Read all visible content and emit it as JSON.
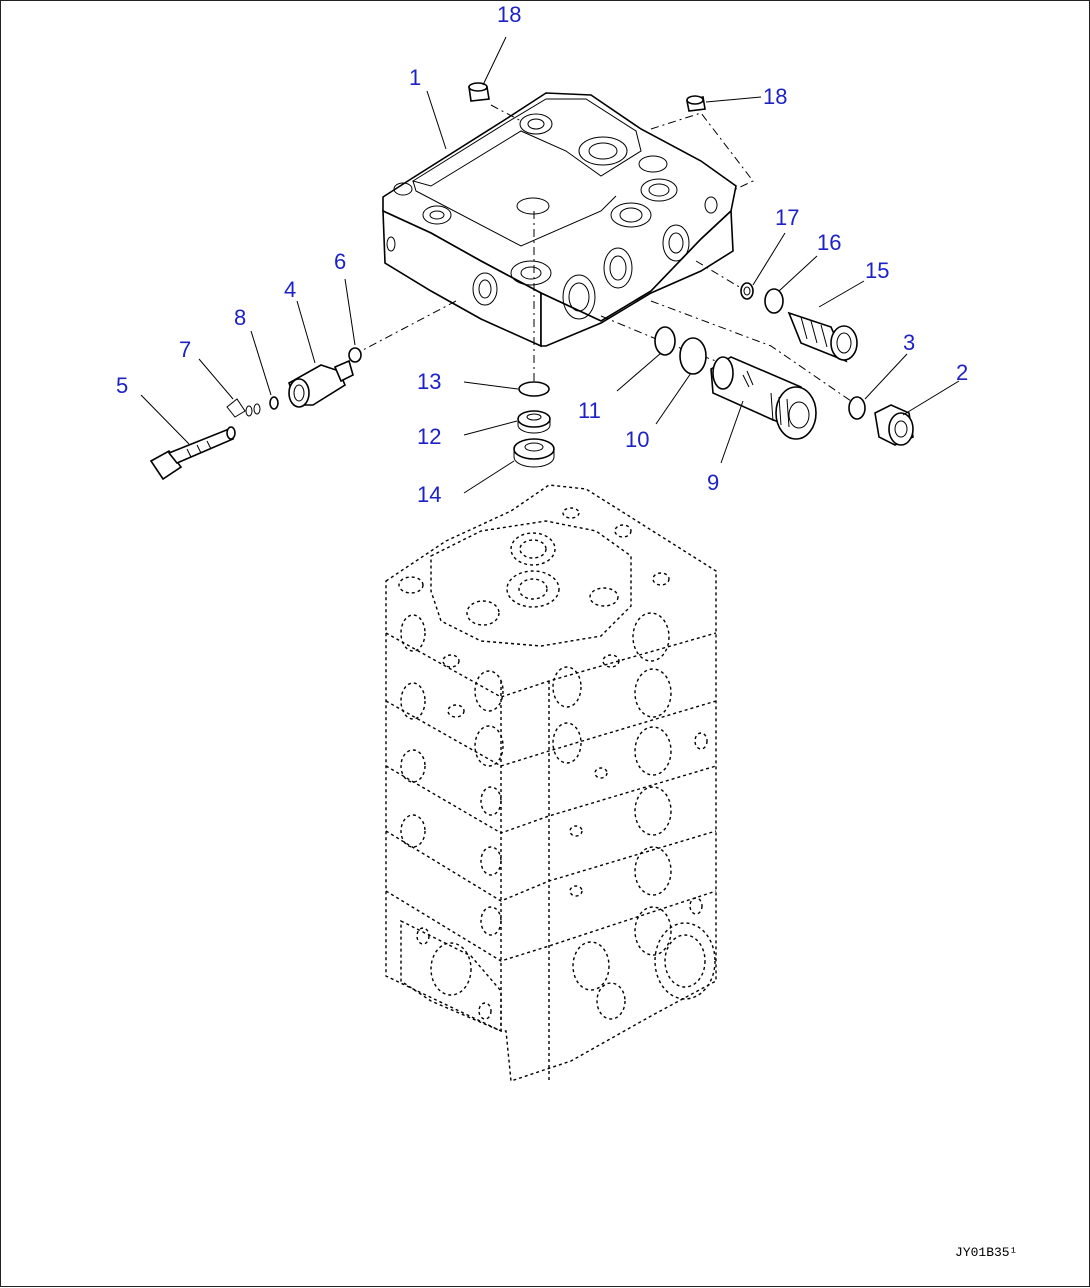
{
  "diagram": {
    "callouts": [
      {
        "id": "c18a",
        "text": "18"
      },
      {
        "id": "c18b",
        "text": "18"
      },
      {
        "id": "c1",
        "text": "1"
      },
      {
        "id": "c17",
        "text": "17"
      },
      {
        "id": "c16",
        "text": "16"
      },
      {
        "id": "c15",
        "text": "15"
      },
      {
        "id": "c6",
        "text": "6"
      },
      {
        "id": "c4",
        "text": "4"
      },
      {
        "id": "c8",
        "text": "8"
      },
      {
        "id": "c7",
        "text": "7"
      },
      {
        "id": "c5",
        "text": "5"
      },
      {
        "id": "c13",
        "text": "13"
      },
      {
        "id": "c12",
        "text": "12"
      },
      {
        "id": "c14",
        "text": "14"
      },
      {
        "id": "c11",
        "text": "11"
      },
      {
        "id": "c10",
        "text": "10"
      },
      {
        "id": "c9",
        "text": "9"
      },
      {
        "id": "c3",
        "text": "3"
      },
      {
        "id": "c2",
        "text": "2"
      }
    ],
    "drawing_code": "JY01B35¹",
    "callout_color": "#1c22c8"
  }
}
